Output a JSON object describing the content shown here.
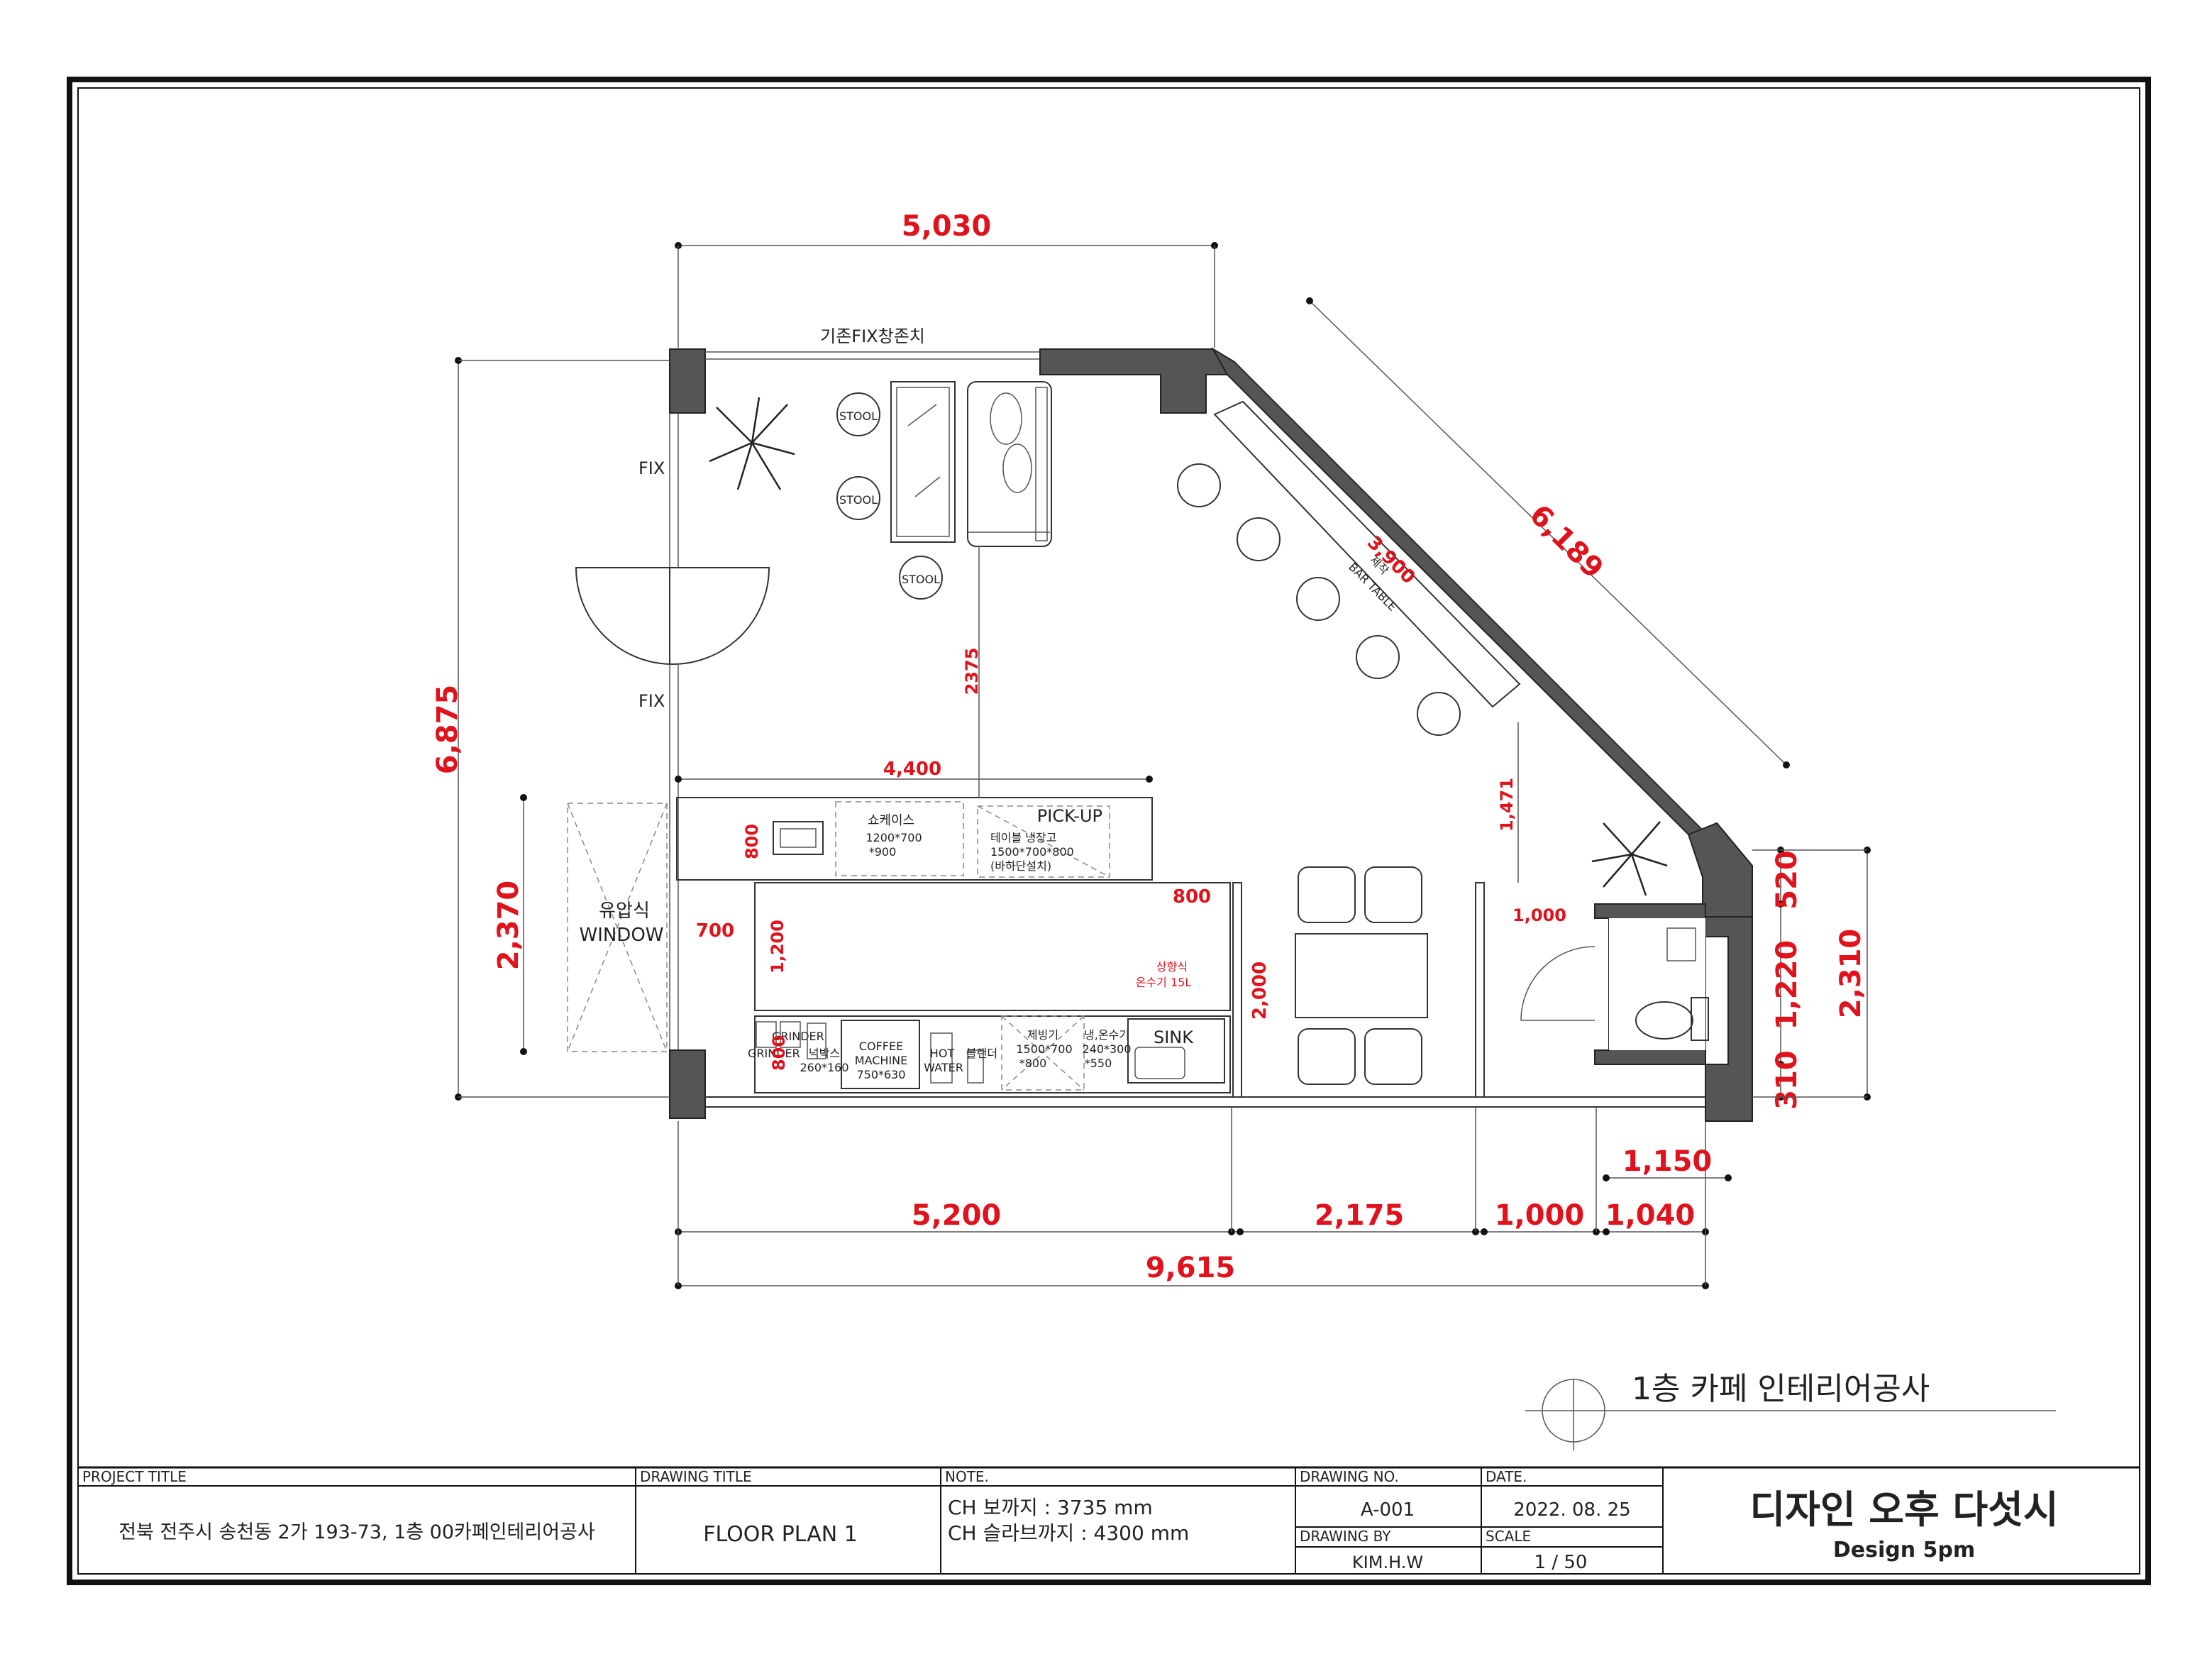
{
  "colors": {
    "dimension": "#e0121b",
    "wall": "#555555",
    "line": "#222222"
  },
  "plan": {
    "labels": {
      "window_existing": "기존FIX창존치",
      "fix_top": "FIX",
      "fix_bottom": "FIX",
      "stool1": "STOOL",
      "stool2": "STOOL",
      "stool3": "STOOL",
      "hydraulic_window_1": "유압식",
      "hydraulic_window_2": "WINDOW",
      "showcase_1": "쇼케이스",
      "showcase_2": "1200*700",
      "showcase_3": "*900",
      "pickup": "PICK-UP",
      "fridge_1": "테이블 냉장고",
      "fridge_2": "1500*700*800",
      "fridge_3": "(바하단설치)",
      "bar_table_1": "제작",
      "bar_table_2": "BAR TABLE",
      "water_heater_1": "상향식",
      "water_heater_2": "온수기 15L",
      "grinder_1": "GRINDER",
      "grinder_2": "GRINDER",
      "knock_box_1": "넉박스",
      "knock_box_2": "260*160",
      "coffee_1": "COFFEE",
      "coffee_2": "MACHINE",
      "coffee_3": "750*630",
      "hot_water_1": "HOT",
      "hot_water_2": "WATER",
      "blender": "블랜더",
      "ice_maker_1": "제빙기",
      "ice_maker_2": "1500*700",
      "ice_maker_3": "*800",
      "purifier_1": "냉,온수기",
      "purifier_2": "240*300",
      "purifier_3": "*550",
      "sink": "SINK"
    },
    "dimensions": {
      "top_width": "5,030",
      "diagonal": "6,189",
      "bar_length": "3,900",
      "left_height": "6,875",
      "window_height": "2,370",
      "counter_width": "4,400",
      "aisle": "2375",
      "showcase_depth": "800",
      "counter_depth": "700",
      "counter_len": "1,200",
      "counter_gap": "800",
      "back_depth": "800",
      "partition": "2,000",
      "v1471": "1,471",
      "v1000": "1,000",
      "r520": "520",
      "r1220": "1,220",
      "r310": "310",
      "r2310": "2,310",
      "b1150": "1,150",
      "b5200": "5,200",
      "b2175": "2,175",
      "b1000": "1,000",
      "b1040": "1,040",
      "total": "9,615"
    },
    "sheet_title": "1층 카페 인테리어공사"
  },
  "title_block": {
    "project_title_label": "PROJECT TITLE",
    "project_title": "전북 전주시 송천동 2가 193-73, 1층 00카페인테리어공사",
    "drawing_title_label": "DRAWING TITLE",
    "drawing_title": "FLOOR PLAN 1",
    "note_label": "NOTE.",
    "note_1": "CH 보까지 : 3735 mm",
    "note_2": "CH 슬라브까지 : 4300 mm",
    "drawing_no_label": "DRAWING NO.",
    "drawing_no": "A-001",
    "date_label": "DATE.",
    "date": "2022. 08. 25",
    "drawing_by_label": "DRAWING BY",
    "drawing_by": "KIM.H.W",
    "scale_label": "SCALE",
    "scale": "1  /  50",
    "company_kr": "디자인 오후 다섯시",
    "company_en": "Design 5pm"
  }
}
